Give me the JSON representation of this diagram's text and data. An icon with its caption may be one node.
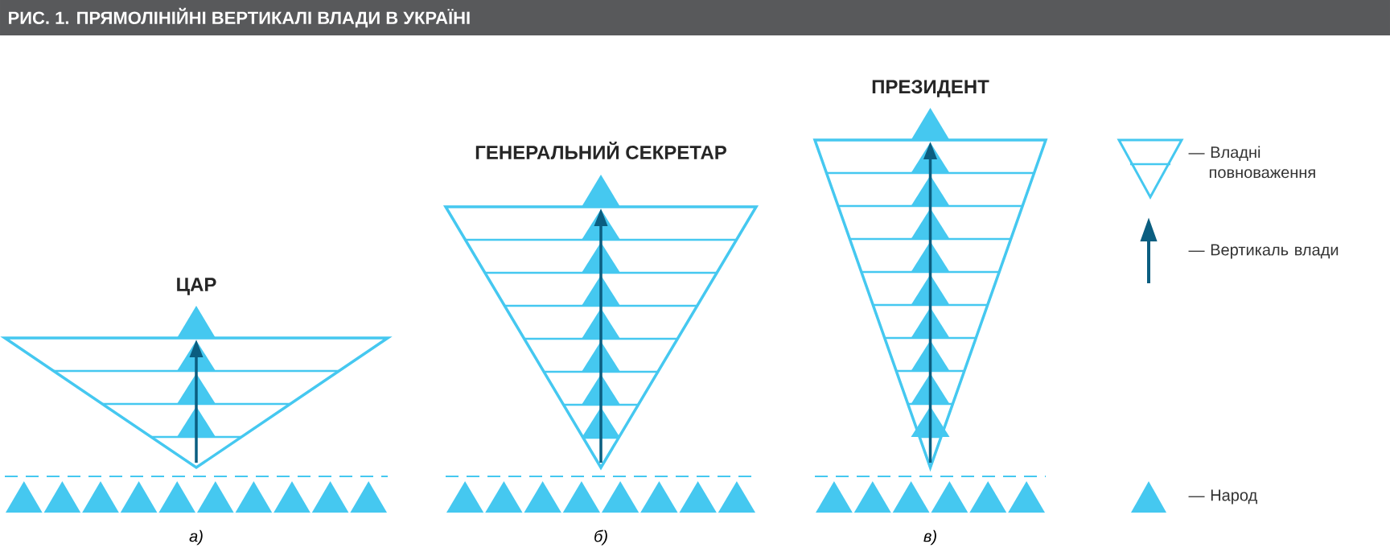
{
  "diagram": {
    "title": "РИС. 1. ПРЯМОЛІНІЙНІ ВЕРТИКАЛІ ВЛАДИ В УКРАЇНІ",
    "labels": [
      "ЦАР",
      "ГЕНЕРАЛЬНИЙ СЕКРЕТАР",
      "ПРЕЗИДЕНТ",
      "а)",
      "б)",
      "в)"
    ],
    "legend": [
      {
        "text": "— Владні повноваження"
      },
      {
        "text": "— Вертикаль влади"
      },
      {
        "text": "— Народ"
      }
    ]
  }
}
